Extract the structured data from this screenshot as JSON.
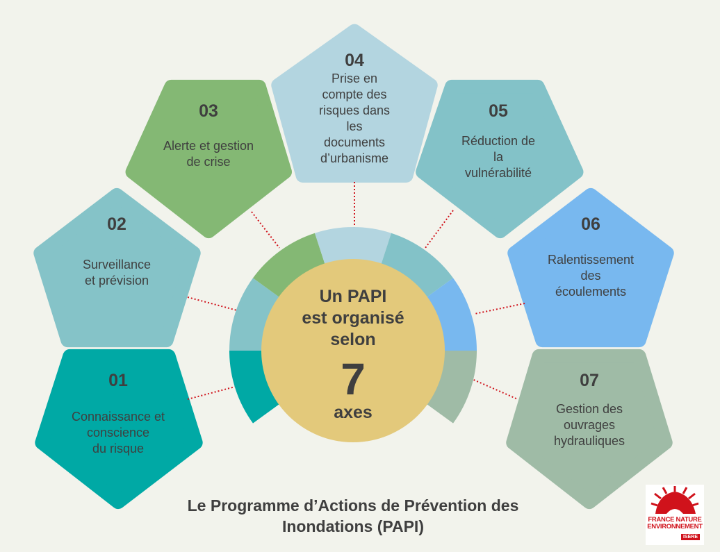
{
  "title": [
    "Le Programme d’Actions de Prévention des",
    "Inondations (PAPI)"
  ],
  "center": {
    "lines": [
      "Un PAPI",
      "est organisé",
      "selon"
    ],
    "count": "7",
    "unit": "axes",
    "color": "#e3c97b"
  },
  "axes": [
    {
      "number": "01",
      "label": [
        "Connaissance et",
        "conscience",
        "du risque"
      ],
      "color": "#00a9a5"
    },
    {
      "number": "02",
      "label": [
        "Surveillance",
        "et prévision"
      ],
      "color": "#85c3c8"
    },
    {
      "number": "03",
      "label": [
        "Alerte et gestion",
        "de crise"
      ],
      "color": "#84b874"
    },
    {
      "number": "04",
      "label": [
        "Prise en",
        "compte des",
        "risques dans",
        "les",
        "documents",
        "d’urbanisme"
      ],
      "color": "#b3d5e0"
    },
    {
      "number": "05",
      "label": [
        "Réduction de",
        "la",
        "vulnérabilité"
      ],
      "color": "#83c2c8"
    },
    {
      "number": "06",
      "label": [
        "Ralentissement",
        "des",
        "écoulements"
      ],
      "color": "#78b8ef"
    },
    {
      "number": "07",
      "label": [
        "Gestion des",
        "ouvrages",
        "hydrauliques"
      ],
      "color": "#9fbba6"
    }
  ],
  "logo": {
    "lines": [
      "FRANCE NATURE",
      "ENVIRONNEMENT"
    ],
    "tag": "ISÈRE",
    "color": "#d0121b"
  },
  "connector_color": "#d0121b"
}
